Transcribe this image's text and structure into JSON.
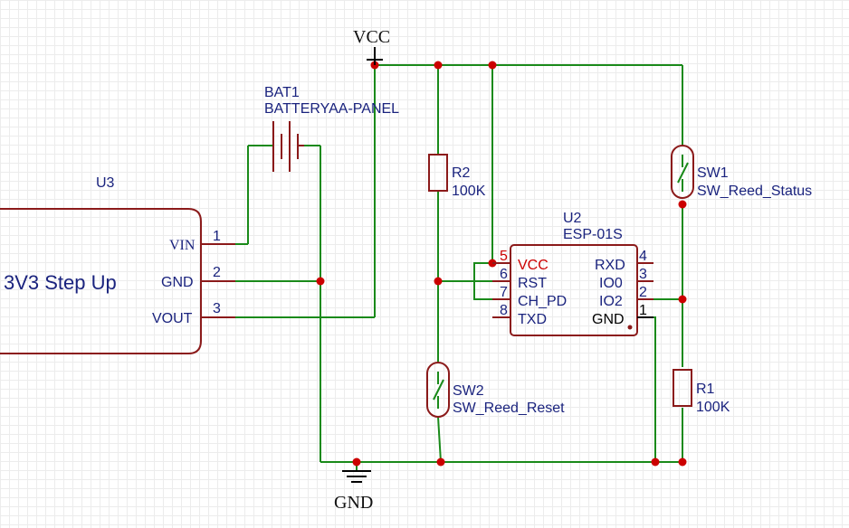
{
  "nets": {
    "vcc": "VCC",
    "gnd": "GND"
  },
  "bat1": {
    "ref": "BAT1",
    "value": "BATTERYAA-PANEL"
  },
  "u3": {
    "ref": "U3",
    "title": "3V3 Step Up",
    "pins": [
      {
        "num": "1",
        "name": "VIN"
      },
      {
        "num": "2",
        "name": "GND"
      },
      {
        "num": "3",
        "name": "VOUT"
      }
    ]
  },
  "r2": {
    "ref": "R2",
    "value": "100K"
  },
  "r1": {
    "ref": "R1",
    "value": "100K"
  },
  "sw1": {
    "ref": "SW1",
    "value": "SW_Reed_Status"
  },
  "sw2": {
    "ref": "SW2",
    "value": "SW_Reed_Reset"
  },
  "u2": {
    "ref": "U2",
    "value": "ESP-01S",
    "left_pins": [
      {
        "num": "5",
        "name": "VCC"
      },
      {
        "num": "6",
        "name": "RST"
      },
      {
        "num": "7",
        "name": "CH_PD"
      },
      {
        "num": "8",
        "name": "TXD"
      }
    ],
    "right_pins": [
      {
        "num": "4",
        "name": "RXD"
      },
      {
        "num": "3",
        "name": "IO0"
      },
      {
        "num": "2",
        "name": "IO2"
      },
      {
        "num": "1",
        "name": "GND"
      }
    ]
  },
  "colors": {
    "wire": "#1a8a1a",
    "symbol": "#8b1a1a",
    "junction": "#cc0000",
    "label": "#1a237e"
  }
}
